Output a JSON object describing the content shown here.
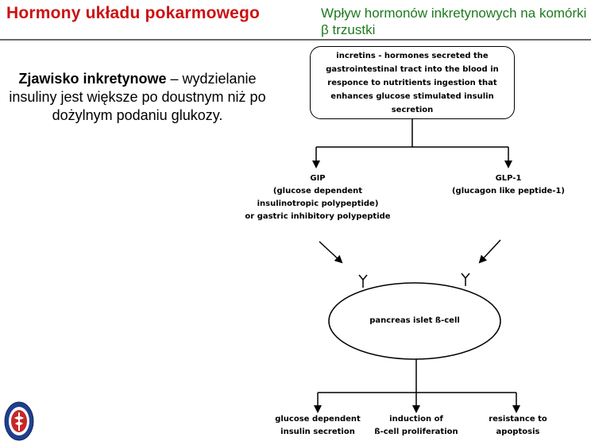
{
  "header": {
    "title": "Hormony układu pokarmowego",
    "subtitle": "Wpływ hormonów inkretynowych na komórki β trzustki"
  },
  "intro": {
    "term": "Zjawisko inkretynowe",
    "dash": " – ",
    "definition": "wydzielanie insuliny jest większe po doustnym niż po dożylnym podaniu glukozy."
  },
  "diagram": {
    "box": "incretins - hormones secreted the gastrointestinal tract into the blood in responce to nutritients ingestion that enhances glucose stimulated insulin secretion",
    "gip": {
      "name": "GIP",
      "line1": "(glucose dependent",
      "line2": "insulinotropic polypeptide)",
      "line3": "or gastric inhibitory polypeptide"
    },
    "glp1": {
      "name": "GLP-1",
      "desc": "(glucagon like peptide-1)"
    },
    "cell": "pancreas islet ß-cell",
    "outcomes": [
      {
        "line1": "glucose dependent",
        "line2": "insulin secretion"
      },
      {
        "line1": "induction of",
        "line2": "ß-cell proliferation"
      },
      {
        "line1": "resistance to",
        "line2": "apoptosis"
      }
    ]
  },
  "colors": {
    "title": "#cc1111",
    "subtitle": "#1d7a1d",
    "rule": "#6b6b6b"
  },
  "icons": {
    "logo": "university-seal-icon"
  }
}
